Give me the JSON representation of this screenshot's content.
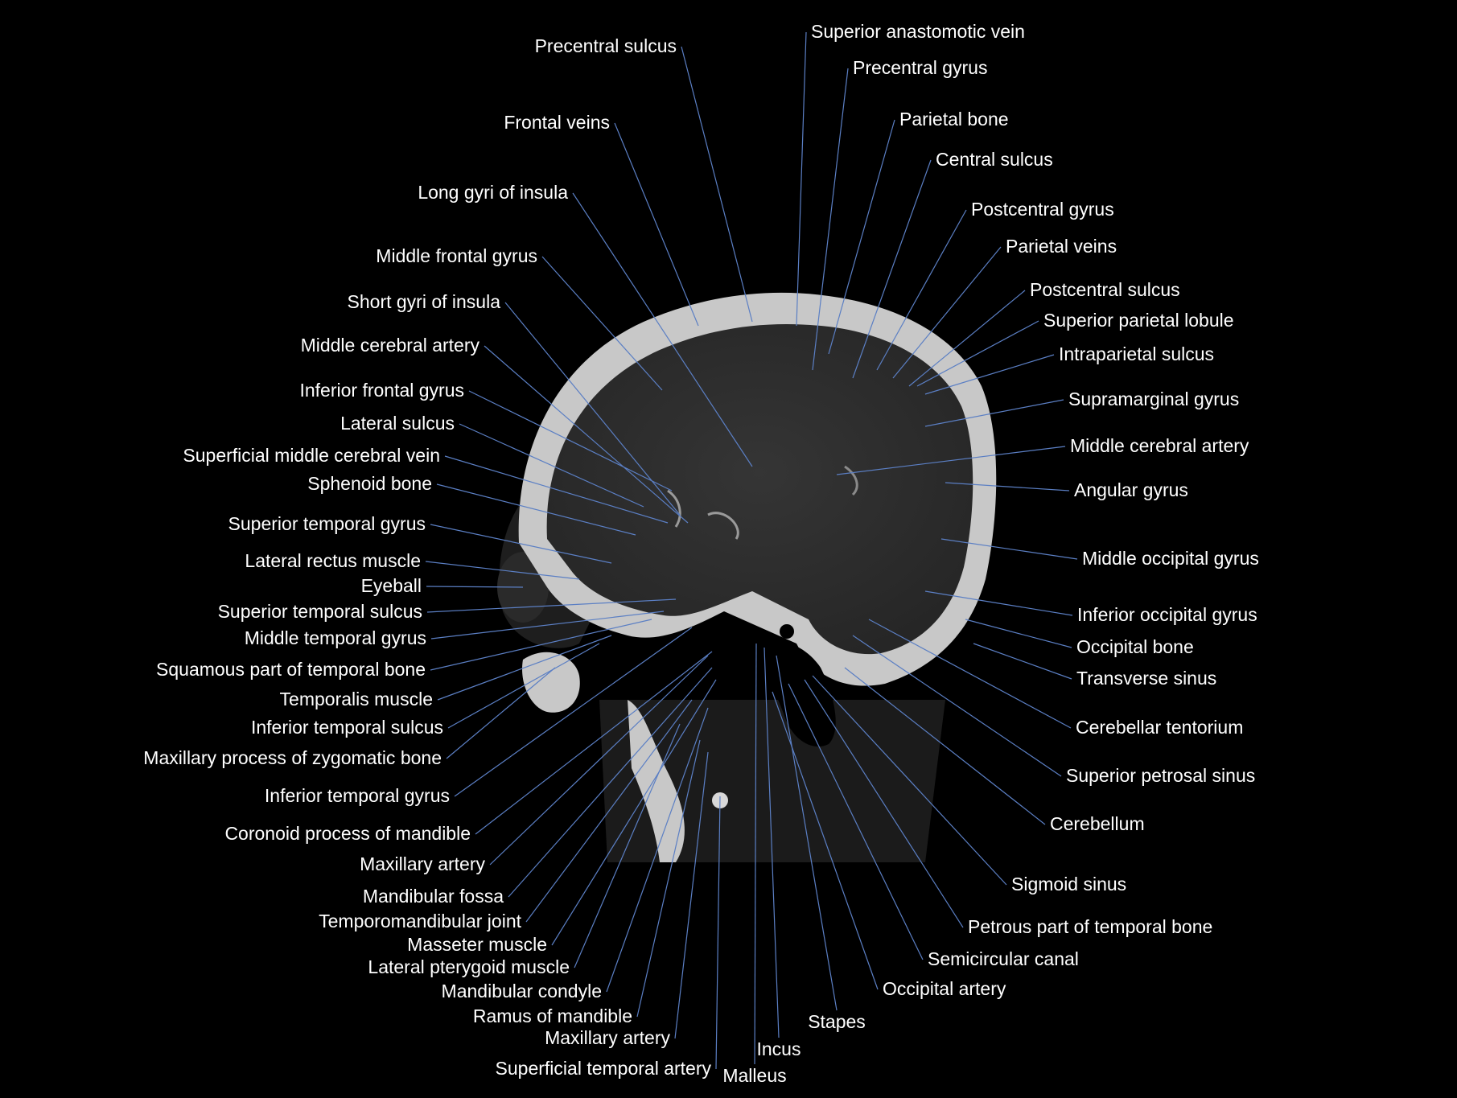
{
  "labels_left": [
    "Precentral sulcus",
    "Frontal veins",
    "Long gyri of insula",
    "Middle frontal gyrus",
    "Short gyri of insula",
    "Middle cerebral artery",
    "Inferior frontal gyrus",
    "Lateral sulcus",
    "Superficial middle cerebral vein",
    "Sphenoid bone",
    "Superior temporal gyrus",
    "Lateral rectus muscle",
    "Eyeball",
    "Superior temporal sulcus",
    "Middle temporal gyrus",
    "Squamous part of temporal bone",
    "Temporalis muscle",
    "Inferior temporal sulcus",
    "Maxillary process of zygomatic bone",
    "Inferior temporal gyrus",
    "Coronoid process of mandible",
    "Maxillary artery",
    "Mandibular fossa",
    "Temporomandibular joint",
    "Masseter muscle",
    "Lateral pterygoid muscle",
    "Mandibular condyle",
    "Ramus of mandible",
    "Maxillary artery",
    "Superficial temporal artery"
  ],
  "labels_bottom": [
    "Malleus",
    "Incus",
    "Stapes"
  ],
  "labels_right": [
    "Superior anastomotic vein",
    "Precentral gyrus",
    "Parietal bone",
    "Central sulcus",
    "Postcentral gyrus",
    "Parietal veins",
    "Postcentral sulcus",
    "Superior parietal lobule",
    "Intraparietal sulcus",
    "Supramarginal gyrus",
    "Middle cerebral artery",
    "Angular gyrus",
    "Middle occipital gyrus",
    "Inferior occipital gyrus",
    "Occipital bone",
    "Transverse sinus",
    "Cerebellar tentorium",
    "Superior petrosal sinus",
    "Cerebellum",
    "Sigmoid sinus",
    "Petrous part of temporal bone",
    "Semicircular canal",
    "Occipital artery"
  ],
  "colors": {
    "background": "#000000",
    "label_text": "#ffffff",
    "leader_line": "#5b7fc4",
    "bone": "#c8c8c8",
    "brain": "#2e2e2e",
    "soft_tissue": "#1c1c1c"
  }
}
